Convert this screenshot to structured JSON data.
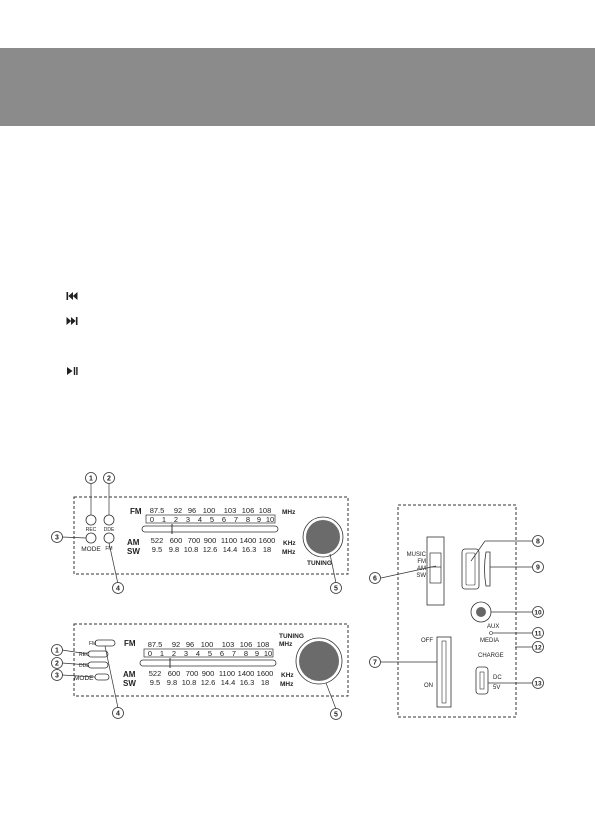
{
  "panel_top": {
    "fm_label": "FM",
    "am_label": "AM",
    "sw_label": "SW",
    "mhz_top": "MHz",
    "khz": "KHz",
    "mhz_bottom": "MHz",
    "fm_freqs": [
      "87.5",
      "92",
      "96",
      "100",
      "103",
      "106",
      "108"
    ],
    "dial_scale": [
      "0",
      "1",
      "2",
      "3",
      "4",
      "5",
      "6",
      "7",
      "8",
      "9",
      "10"
    ],
    "am_freqs": [
      "522",
      "600",
      "700",
      "900",
      "1100",
      "1400",
      "1600"
    ],
    "sw_freqs": [
      "9.5",
      "9.8",
      "10.8",
      "12.6",
      "14.4",
      "16.3",
      "18"
    ],
    "mode_label": "MODE",
    "button1_text": "REC",
    "button2_text": "DDE",
    "button4_text": "FM",
    "tuning_label": "TUNING"
  },
  "panel_bottom": {
    "fm_label": "FM",
    "am_label": "AM",
    "sw_label": "SW",
    "tuning_mhz": [
      "TUNING",
      "MHz"
    ],
    "khz": "KHz",
    "mhz_bottom": "MHz",
    "fm_freqs": [
      "87.5",
      "92",
      "96",
      "100",
      "103",
      "106",
      "108"
    ],
    "dial_scale": [
      "0",
      "1",
      "2",
      "3",
      "4",
      "5",
      "6",
      "7",
      "8",
      "9",
      "10"
    ],
    "am_freqs": [
      "522",
      "600",
      "700",
      "900",
      "1100",
      "1400",
      "1600"
    ],
    "sw_freqs": [
      "9.5",
      "9.8",
      "10.8",
      "12.6",
      "14.4",
      "16.3",
      "18"
    ],
    "mode_label": "MODE",
    "button1_text": "REC",
    "button2_text": "DDE",
    "button4_text": "FM"
  },
  "side_panel": {
    "band_options": [
      "MUSIC",
      "FM",
      "AM",
      "SW"
    ],
    "off_label": "OFF",
    "on_label": "ON",
    "aux_label": "AUX",
    "media_label": "MEDIA",
    "charge_label": "CHARGE",
    "dc_label": "DC",
    "v5_label": "5V"
  },
  "callouts": {
    "top": [
      "1",
      "2",
      "3",
      "4",
      "5"
    ],
    "bottom": [
      "1",
      "2",
      "3",
      "4",
      "5"
    ],
    "side": [
      "6",
      "7",
      "8",
      "9",
      "10",
      "11",
      "12",
      "13"
    ]
  },
  "icons": [
    "previous-track-icon",
    "next-track-icon",
    "play-pause-icon"
  ],
  "colors": {
    "header": "#8b8b8b",
    "knob": "#6b6b6b",
    "ink": "#222222"
  }
}
